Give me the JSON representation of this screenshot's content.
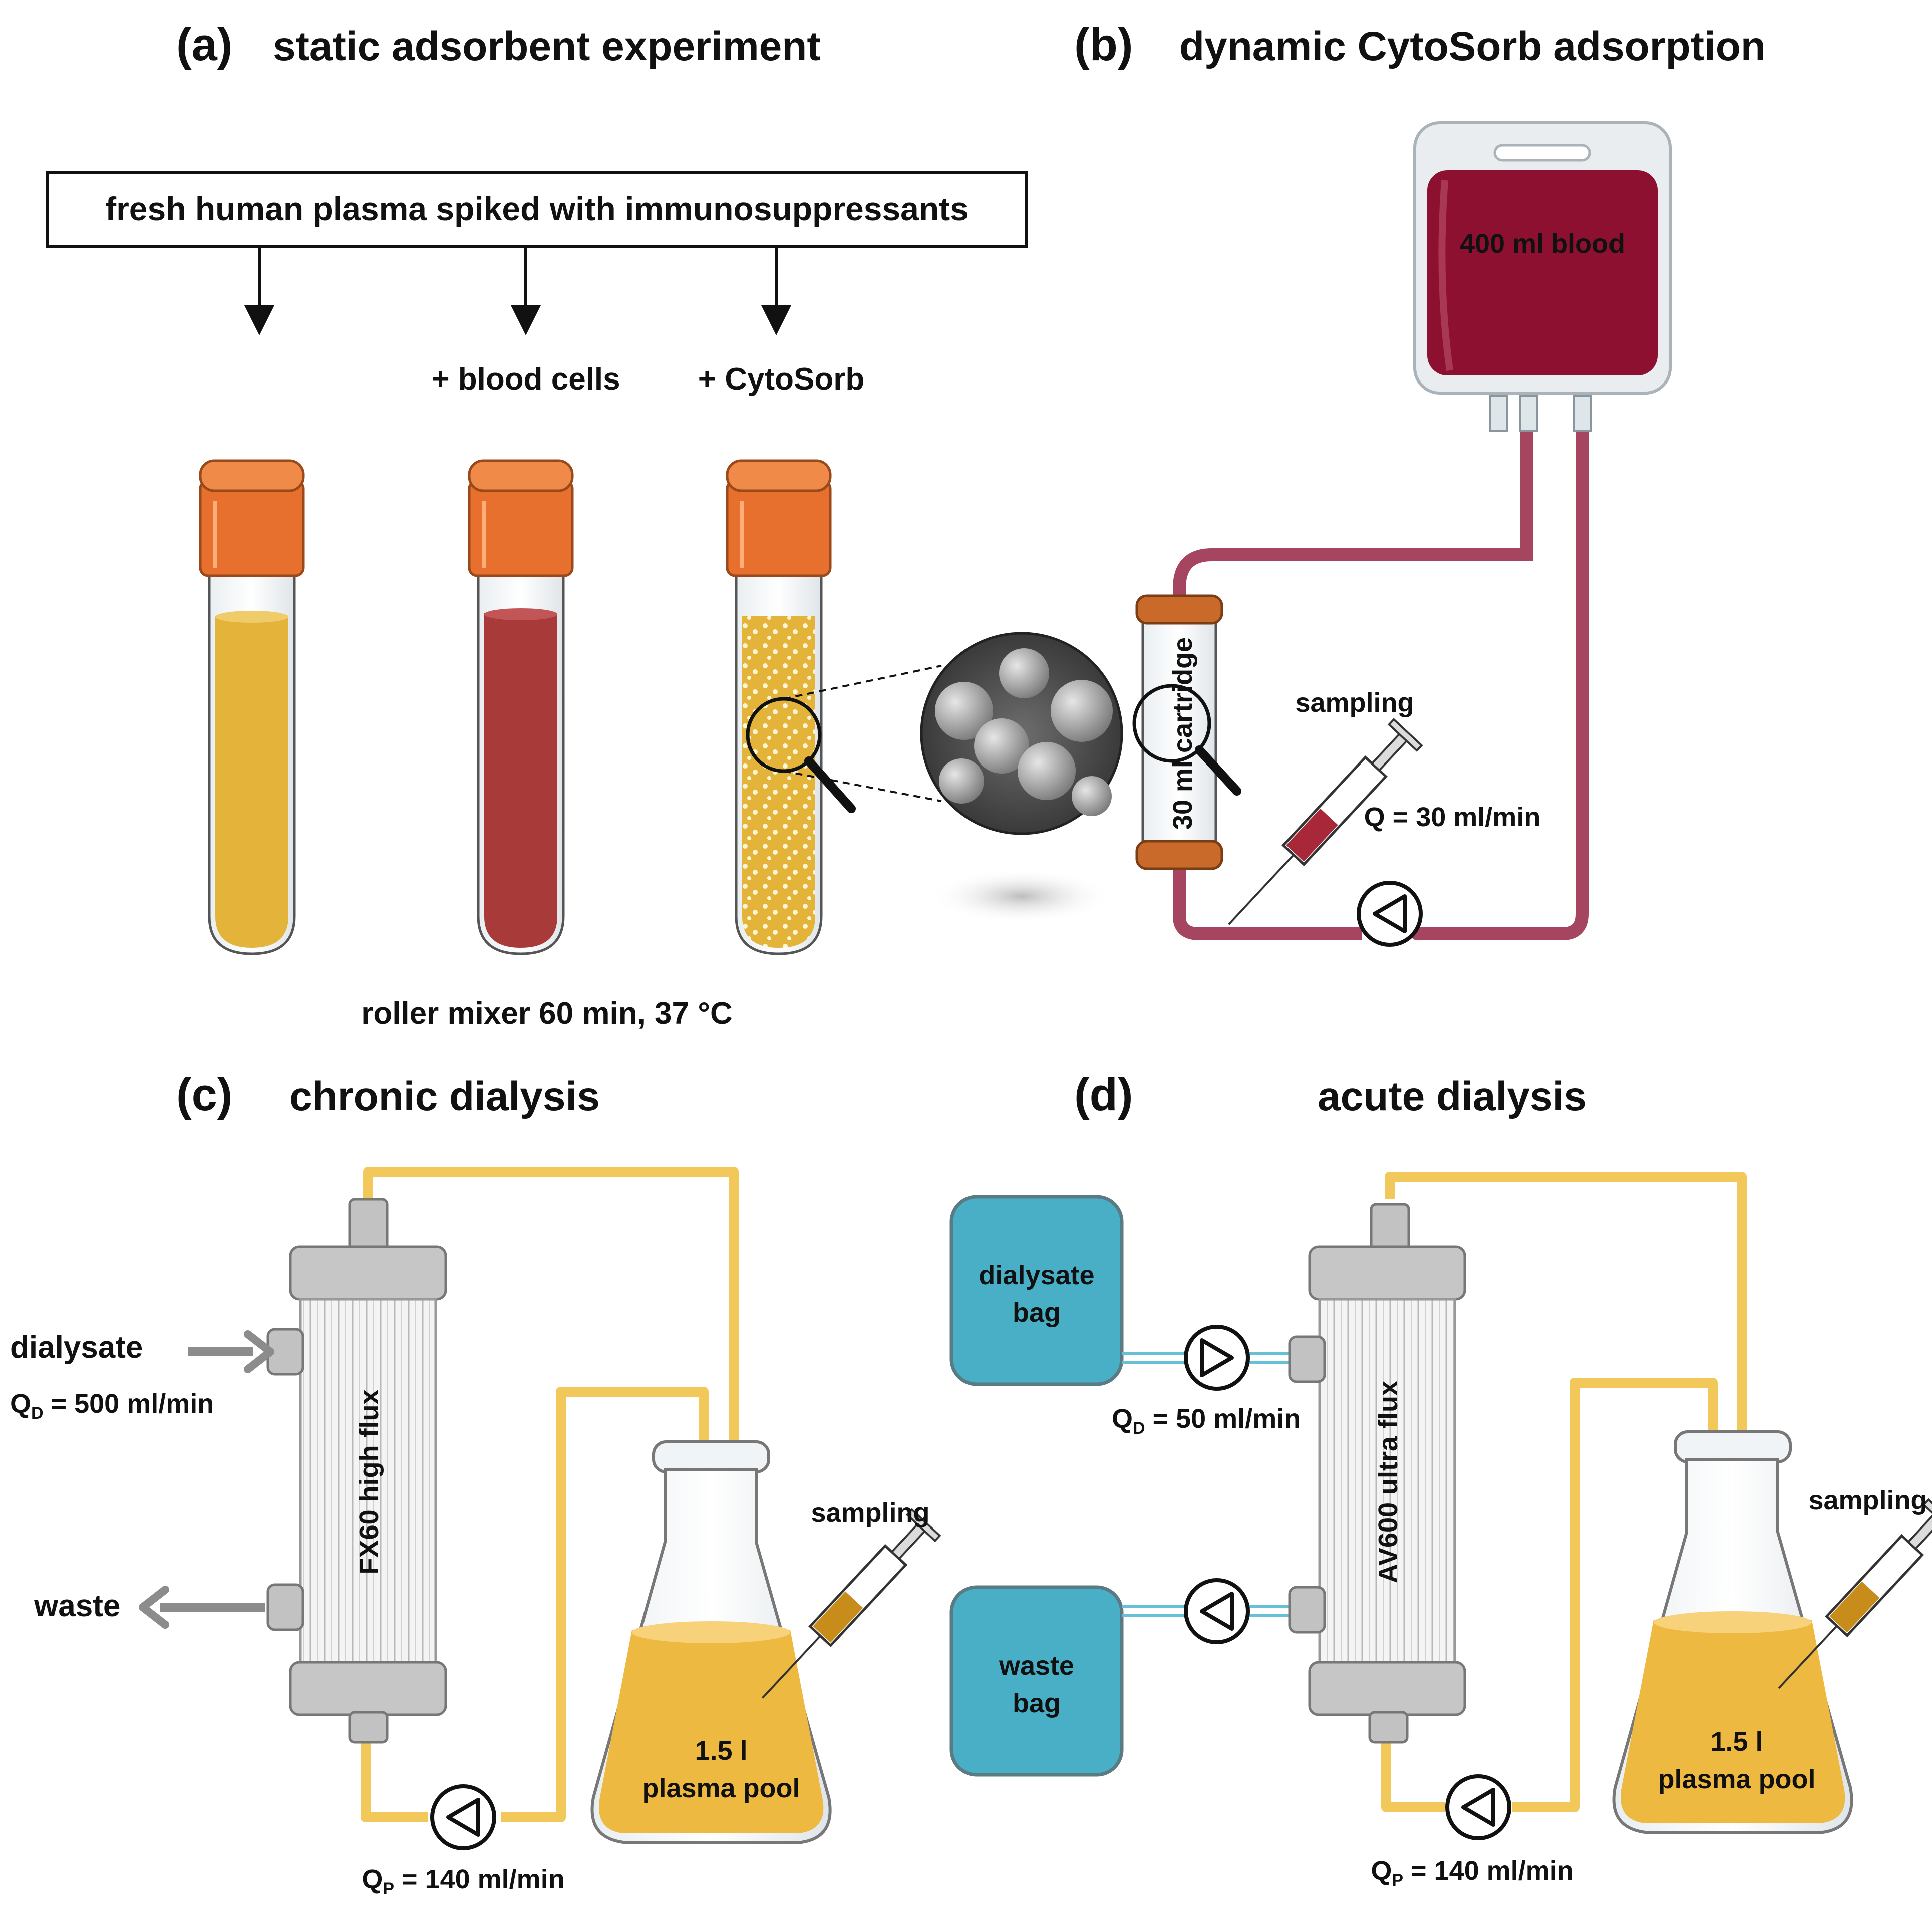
{
  "panels": {
    "a": {
      "letter": "(a)",
      "title": "static adsorbent experiment",
      "source_box": "fresh human plasma spiked with immunosuppressants",
      "tube_labels": [
        "",
        "+ blood cells",
        "+ CytoSorb"
      ],
      "footer": "roller mixer 60 min, 37 °C"
    },
    "b": {
      "letter": "(b)",
      "title": "dynamic CytoSorb adsorption",
      "bag_label": "400 ml blood",
      "cartridge_label": "30 ml cartridge",
      "sampling": "sampling",
      "flow": "Q = 30 ml/min"
    },
    "c": {
      "letter": "(c)",
      "title": "chronic dialysis",
      "dialyzer": "FX60 high flux",
      "dialysate": "dialysate",
      "dialysate_flow": "Q",
      "dialysate_flow_sub": "D",
      "dialysate_flow_val": " = 500 ml/min",
      "waste": "waste",
      "sampling": "sampling",
      "pool_volume": "1.5 l",
      "pool_label": "plasma pool",
      "plasma_flow": "Q",
      "plasma_flow_sub": "P",
      "plasma_flow_val": " = 140 ml/min"
    },
    "d": {
      "letter": "(d)",
      "title": "acute dialysis",
      "dialysate_bag_1": "dialysate",
      "dialysate_bag_2": "bag",
      "waste_bag_1": "waste",
      "waste_bag_2": "bag",
      "dialyzer": "AV600 ultra flux",
      "dialysate_flow": "Q",
      "dialysate_flow_sub": "D",
      "dialysate_flow_val": " = 50 ml/min",
      "sampling": "sampling",
      "pool_volume": "1.5 l",
      "pool_label": "plasma pool",
      "plasma_flow": "Q",
      "plasma_flow_sub": "P",
      "plasma_flow_val": " = 140 ml/min"
    }
  },
  "colors": {
    "plasma": "#E3B33A",
    "blood": "#A83A3A",
    "bag_blood": "#8E1030",
    "tube_line": "#A6455F",
    "plasma_line": "#F2C85A",
    "cap": "#E8702E",
    "bag_teal": "#49AFC6",
    "dialyzer_gray": "#B9B9B9"
  }
}
